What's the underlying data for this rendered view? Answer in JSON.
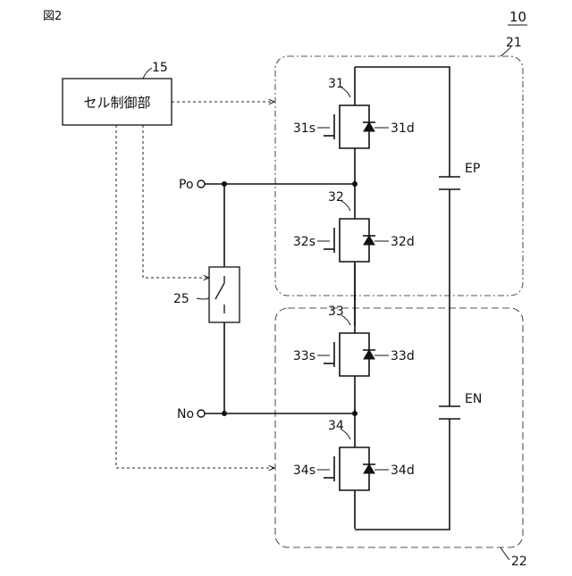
{
  "figure_label": "図2",
  "system_ref": "10",
  "modules": {
    "upper": {
      "ref": "21",
      "capacitor": "EP"
    },
    "lower": {
      "ref": "22",
      "capacitor": "EN"
    }
  },
  "controller": {
    "ref": "15",
    "label": "セル制御部"
  },
  "terminals": {
    "positive": "Po",
    "negative": "No"
  },
  "switch": {
    "ref": "25"
  },
  "transistors": [
    {
      "ref": "31",
      "switch_label": "31s",
      "diode_label": "31d"
    },
    {
      "ref": "32",
      "switch_label": "32s",
      "diode_label": "32d"
    },
    {
      "ref": "33",
      "switch_label": "33s",
      "diode_label": "33d"
    },
    {
      "ref": "34",
      "switch_label": "34s",
      "diode_label": "34d"
    }
  ]
}
